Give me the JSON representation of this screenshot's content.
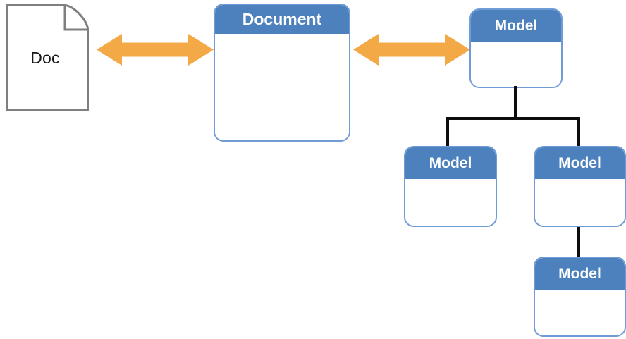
{
  "diagram": {
    "title": "Document to Model relationship diagram",
    "colors": {
      "header_blue": "#4d81bd",
      "border_blue": "#6f9bd6",
      "arrow_orange": "#f4a947",
      "connector_black": "#0d0d0d",
      "doc_outline_gray": "#7f7f7f",
      "background": "#ffffff",
      "header_text": "#ffffff",
      "doc_text": "#161616"
    },
    "nodes": {
      "doc": {
        "label": "Doc",
        "icon": "document-page-icon",
        "shape": "page-with-folded-corner"
      },
      "document": {
        "label": "Document",
        "shape": "rounded-rect-with-header"
      },
      "model_root": {
        "label": "Model",
        "shape": "rounded-rect-with-header"
      },
      "model_child_left": {
        "label": "Model",
        "shape": "rounded-rect-with-header"
      },
      "model_child_right": {
        "label": "Model",
        "shape": "rounded-rect-with-header"
      },
      "model_grandchild": {
        "label": "Model",
        "shape": "rounded-rect-with-header"
      }
    },
    "connectors": {
      "doc_to_document": {
        "icon": "double-headed-arrow-icon",
        "direction": "bidirectional",
        "color": "#f4a947"
      },
      "document_to_model": {
        "icon": "double-headed-arrow-icon",
        "direction": "bidirectional",
        "color": "#f4a947"
      },
      "root_to_children": {
        "icon": "tree-branch-connector",
        "color": "#0d0d0d"
      },
      "child_right_to_grandchild": {
        "icon": "tree-line-connector",
        "color": "#0d0d0d"
      }
    }
  }
}
